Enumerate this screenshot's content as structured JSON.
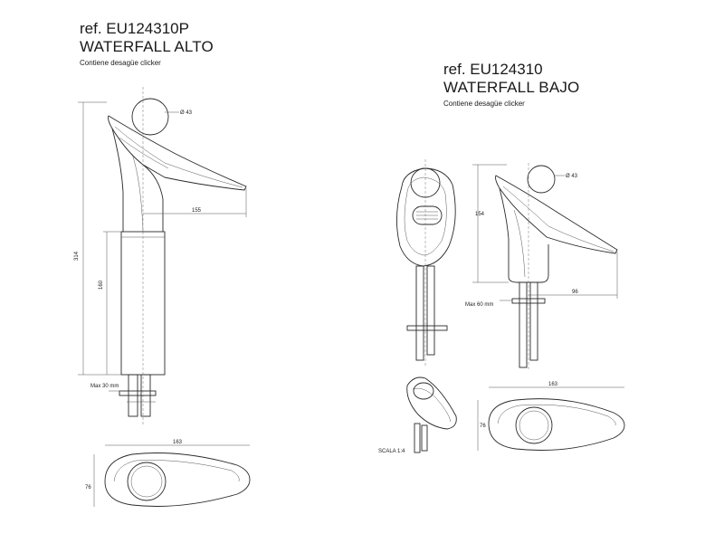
{
  "alto": {
    "ref": "ref. EU124310P",
    "name": "WATERFALL ALTO",
    "note": "Contiene desagüe clicker",
    "dims": {
      "diameter": "Ø 43",
      "height_total": "314",
      "height_body": "160",
      "spout_reach": "155",
      "max_deck": "Max 30 mm",
      "base_length": "163",
      "base_width": "76"
    }
  },
  "bajo": {
    "ref": "ref. EU124310",
    "name": "WATERFALL BAJO",
    "note": "Contiene desagüe clicker",
    "dims": {
      "diameter": "Ø 43",
      "height_body": "154",
      "spout_reach": "96",
      "max_deck": "Max 60 mm",
      "base_length": "163",
      "base_width": "76",
      "scale": "SCALA 1:4"
    }
  }
}
